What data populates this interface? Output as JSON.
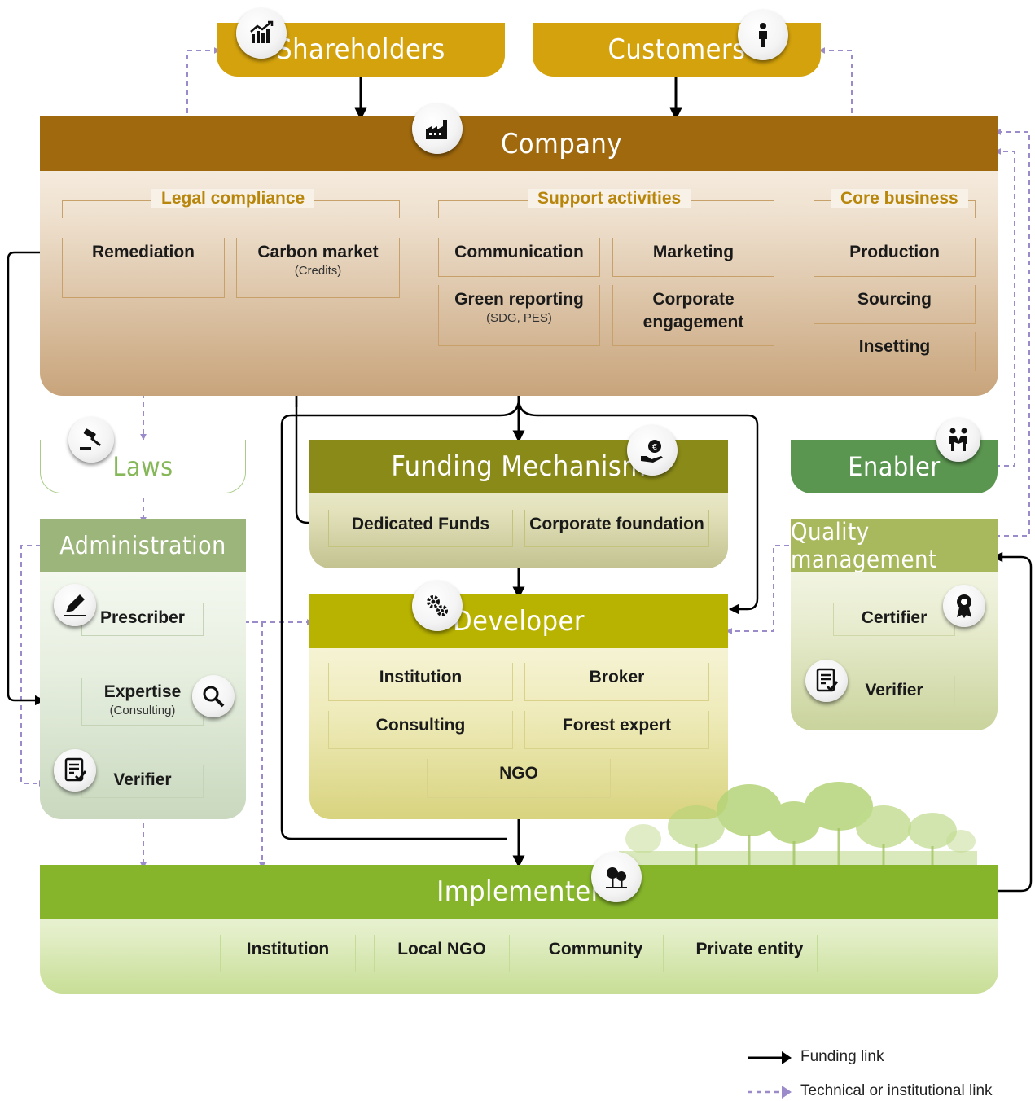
{
  "headers": {
    "shareholders": "Shareholders",
    "customers": "Customers",
    "company": "Company",
    "laws": "Laws",
    "funding_mechanism": "Funding Mechanism",
    "enabler": "Enabler",
    "administration": "Administration",
    "quality_management": "Quality management",
    "developer": "Developer",
    "implementer": "Implementer"
  },
  "company": {
    "legal_compliance": {
      "title": "Legal compliance",
      "items": [
        {
          "label": "Remediation",
          "sub": ""
        },
        {
          "label": "Carbon market",
          "sub": "(Credits)"
        }
      ]
    },
    "support_activities": {
      "title": "Support activities",
      "items": [
        {
          "label": "Communication",
          "sub": ""
        },
        {
          "label": "Marketing",
          "sub": ""
        },
        {
          "label": "Green reporting",
          "sub": "(SDG, PES)"
        },
        {
          "label": "Corporate engagement",
          "sub": ""
        }
      ]
    },
    "core_business": {
      "title": "Core business",
      "items": [
        {
          "label": "Production"
        },
        {
          "label": "Sourcing"
        },
        {
          "label": "Insetting"
        }
      ]
    }
  },
  "funding_mechanism": {
    "items": [
      "Dedicated Funds",
      "Corporate foundation"
    ]
  },
  "administration": {
    "items": [
      {
        "label": "Prescriber",
        "sub": ""
      },
      {
        "label": "Expertise",
        "sub": "(Consulting)"
      },
      {
        "label": "Verifier",
        "sub": ""
      }
    ]
  },
  "quality_management": {
    "items": [
      "Certifier",
      "Verifier"
    ]
  },
  "developer": {
    "items": [
      "Institution",
      "Broker",
      "Consulting",
      "Forest expert",
      "NGO"
    ]
  },
  "implementer": {
    "items": [
      "Institution",
      "Local NGO",
      "Community",
      "Private entity"
    ]
  },
  "legend": {
    "funding_link": "Funding link",
    "technical_link": "Technical or institutional link"
  },
  "colors": {
    "shareholders_customers": "#D4A20C",
    "company": "#A0690D",
    "company_text": "#B8860B",
    "funding": "#8A8A18",
    "developer": "#B8B200",
    "implementer": "#86B52B",
    "administration": "#9CB57A",
    "enabler": "#5B9650",
    "quality": "#A8B85C",
    "laws_text": "#86B85A",
    "technical_link": "#9B8BCB"
  },
  "icons": {
    "shareholders": "bar-chart-icon",
    "customers": "person-icon",
    "company": "factory-icon",
    "laws": "gavel-icon",
    "funding": "hand-coin-icon",
    "enabler": "handshake-people-icon",
    "developer": "gears-icon",
    "implementer": "trees-icon",
    "prescriber": "pen-icon",
    "expertise": "magnifier-icon",
    "admin_verifier": "checklist-icon",
    "certifier": "award-icon",
    "quality_verifier": "checklist-icon"
  }
}
